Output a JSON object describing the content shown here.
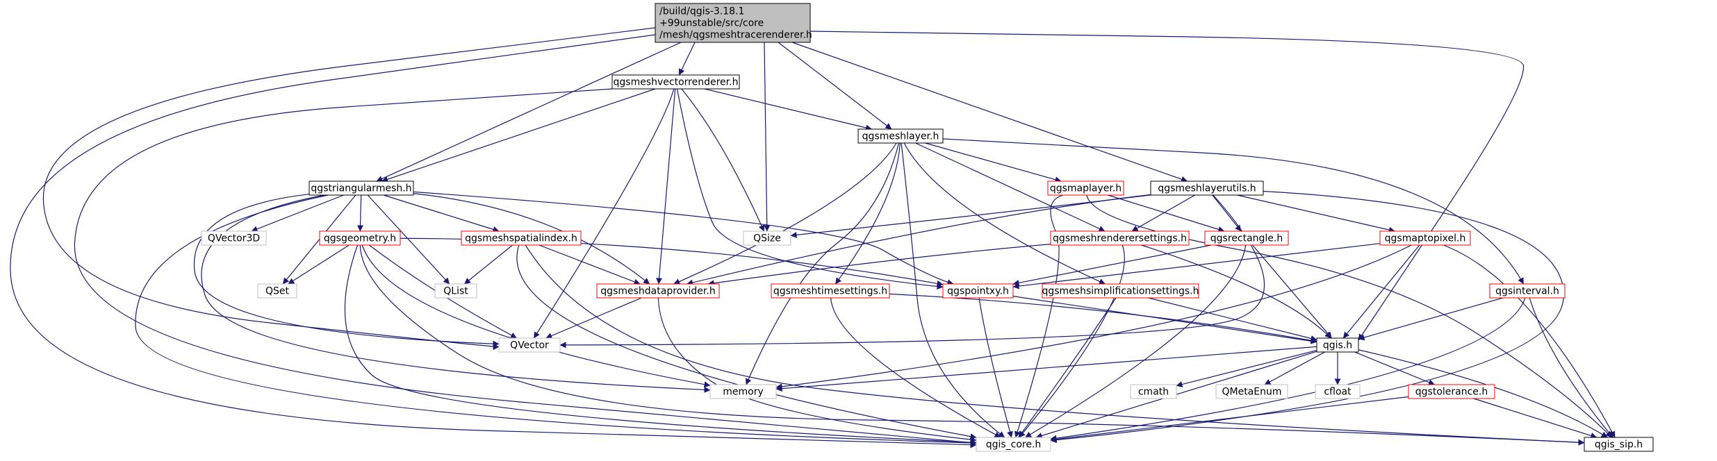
{
  "colors": {
    "edge": "#191970",
    "root_fill": "#bfbfbf",
    "box_stroke_normal": "#000000",
    "box_stroke_red": "#ff0000",
    "box_stroke_gray": "#bfbfbf",
    "text_normal": "#000000",
    "text_gray": "#000000"
  },
  "nodes": [
    {
      "id": "root",
      "lines": [
        "/build/qgis-3.18.1",
        "+99unstable/src/core",
        "/mesh/qgsmeshtracerenderer.h"
      ],
      "style": "root"
    },
    {
      "id": "vector",
      "lines": [
        "qgsmeshvectorrenderer.h"
      ],
      "style": "normal"
    },
    {
      "id": "layer",
      "lines": [
        "qgsmeshlayer.h"
      ],
      "style": "normal"
    },
    {
      "id": "triangular",
      "lines": [
        "qgstriangularmesh.h"
      ],
      "style": "normal"
    },
    {
      "id": "maplayer",
      "lines": [
        "qgsmaplayer.h"
      ],
      "style": "red"
    },
    {
      "id": "layerutils",
      "lines": [
        "qgsmeshlayerutils.h"
      ],
      "style": "normal"
    },
    {
      "id": "qvector3d",
      "lines": [
        "QVector3D"
      ],
      "style": "gray"
    },
    {
      "id": "geometry",
      "lines": [
        "qgsgeometry.h"
      ],
      "style": "red"
    },
    {
      "id": "spatialindex",
      "lines": [
        "qgsmeshspatialindex.h"
      ],
      "style": "red"
    },
    {
      "id": "qsize",
      "lines": [
        "QSize"
      ],
      "style": "gray"
    },
    {
      "id": "renderersettings",
      "lines": [
        "qgsmeshrenderersettings.h"
      ],
      "style": "red"
    },
    {
      "id": "rectangle",
      "lines": [
        "qgsrectangle.h"
      ],
      "style": "red"
    },
    {
      "id": "maptopixel",
      "lines": [
        "qgsmaptopixel.h"
      ],
      "style": "red"
    },
    {
      "id": "qset",
      "lines": [
        "QSet"
      ],
      "style": "gray"
    },
    {
      "id": "qlist",
      "lines": [
        "QList"
      ],
      "style": "gray"
    },
    {
      "id": "dataprovider",
      "lines": [
        "qgsmeshdataprovider.h"
      ],
      "style": "red"
    },
    {
      "id": "timesettings",
      "lines": [
        "qgsmeshtimesettings.h"
      ],
      "style": "red"
    },
    {
      "id": "pointxy",
      "lines": [
        "qgspointxy.h"
      ],
      "style": "red"
    },
    {
      "id": "simplification",
      "lines": [
        "qgsmeshsimplificationsettings.h"
      ],
      "style": "red"
    },
    {
      "id": "interval",
      "lines": [
        "qgsinterval.h"
      ],
      "style": "red"
    },
    {
      "id": "qvector",
      "lines": [
        "QVector"
      ],
      "style": "gray"
    },
    {
      "id": "qgis",
      "lines": [
        "qgis.h"
      ],
      "style": "normal"
    },
    {
      "id": "memory",
      "lines": [
        "memory"
      ],
      "style": "gray"
    },
    {
      "id": "cmath",
      "lines": [
        "cmath"
      ],
      "style": "gray"
    },
    {
      "id": "qmetaenum",
      "lines": [
        "QMetaEnum"
      ],
      "style": "gray"
    },
    {
      "id": "cfloat",
      "lines": [
        "cfloat"
      ],
      "style": "gray"
    },
    {
      "id": "tolerance",
      "lines": [
        "qgstolerance.h"
      ],
      "style": "red"
    },
    {
      "id": "core",
      "lines": [
        "qgis_core.h"
      ],
      "style": "gray"
    },
    {
      "id": "sip",
      "lines": [
        "qgis_sip.h"
      ],
      "style": "normal"
    }
  ]
}
